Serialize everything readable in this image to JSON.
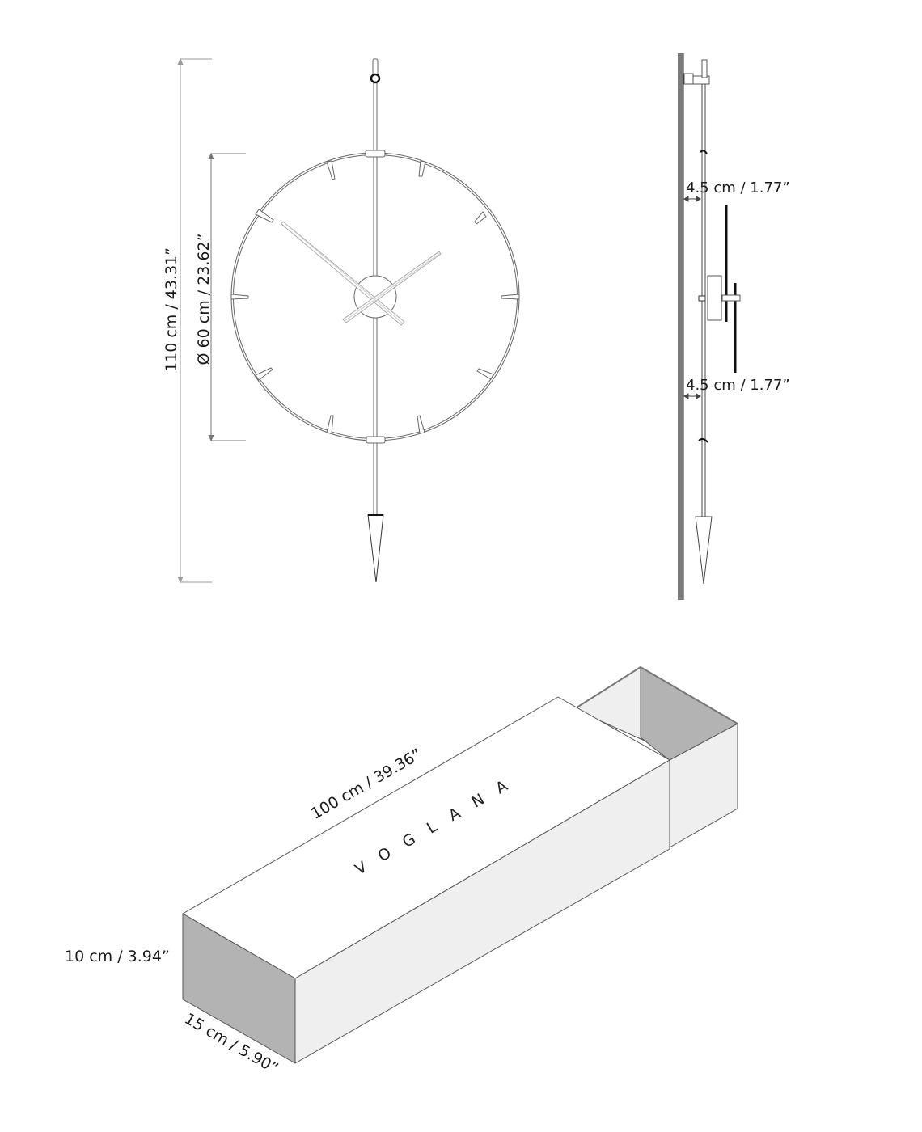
{
  "clock_front": {
    "overall_height_label": "110 cm / 43.31”",
    "diameter_label": "Ø 60 cm / 23.62”"
  },
  "clock_side": {
    "wall_offset_top_label": "4.5 cm / 1.77”",
    "wall_offset_bottom_label": "4.5 cm / 1.77”"
  },
  "box": {
    "length_label": "100 cm / 39.36”",
    "height_label": "10 cm / 3.94”",
    "width_label": "15 cm / 5.90”",
    "brand": "VOGLANA"
  },
  "colors": {
    "line": "#555555",
    "face_light": "#efefef",
    "face_dark": "#b3b3b3",
    "wall": "#7a7a7a"
  }
}
